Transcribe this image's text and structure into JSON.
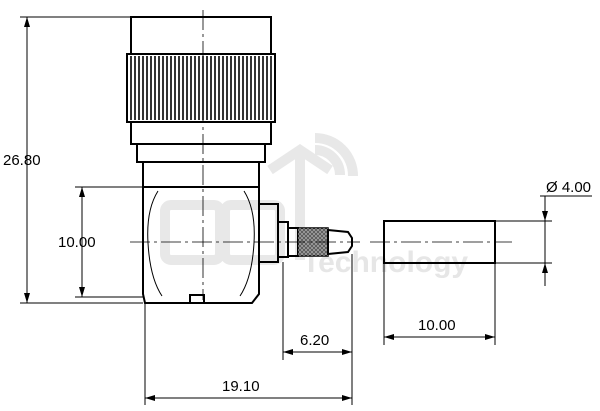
{
  "dimensions": {
    "total_height": "26.80",
    "body_height": "10.00",
    "diameter": "Ø 4.00",
    "ferrule_length": "10.00",
    "crimp_length": "6.20",
    "total_width": "19.10"
  },
  "watermark": {
    "text": "Technology"
  },
  "colors": {
    "line": "#000000",
    "watermark": "#e6e6e6"
  }
}
